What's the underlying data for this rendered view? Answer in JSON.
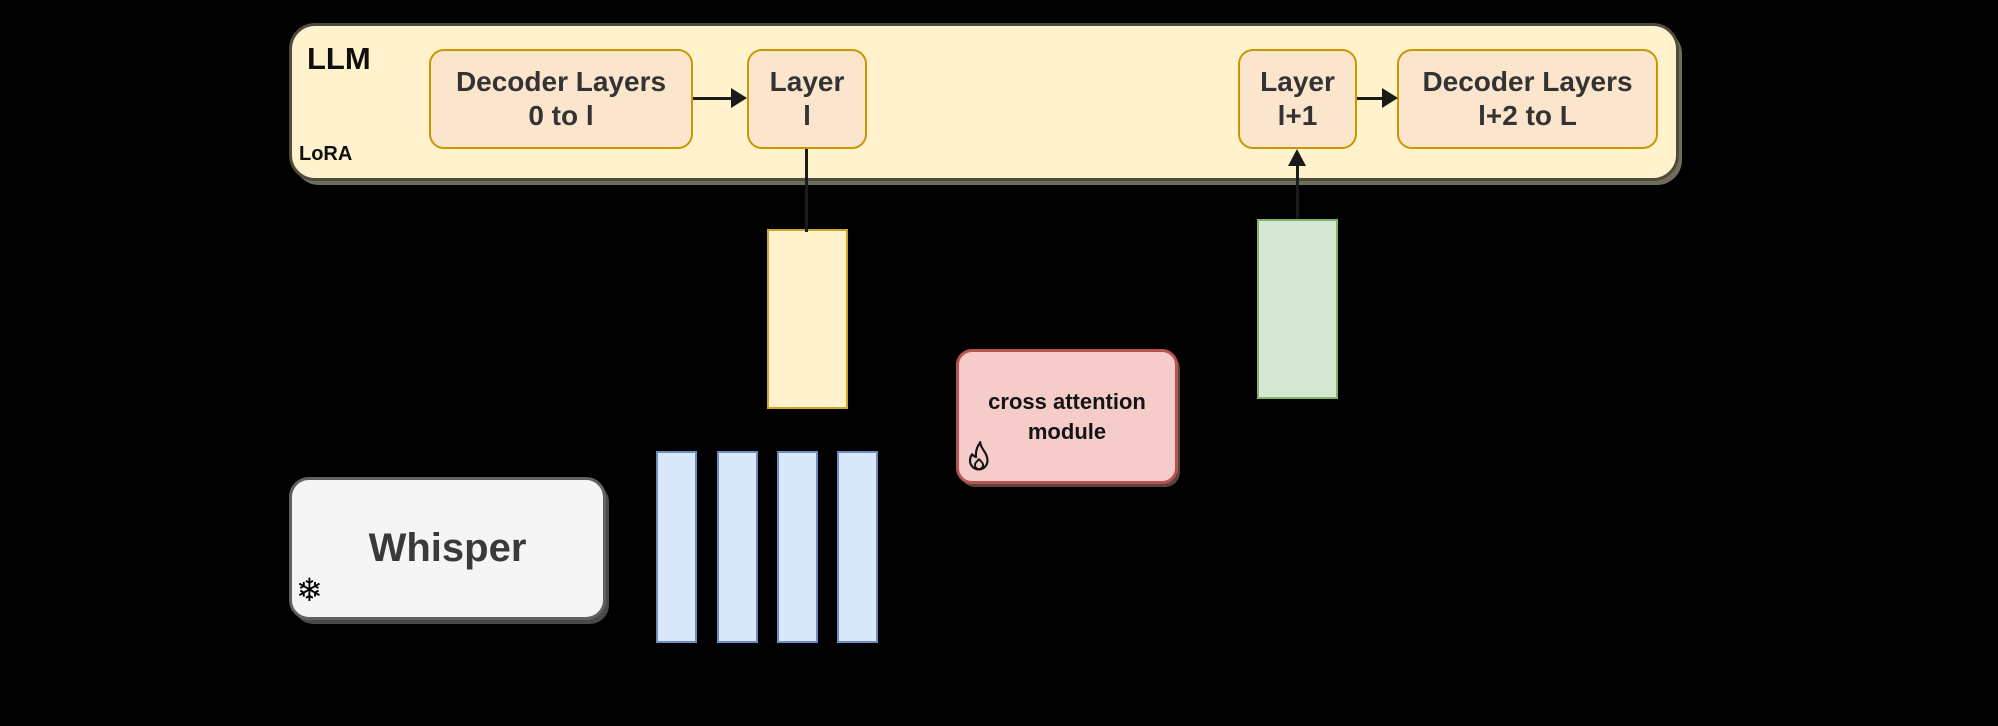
{
  "diagram": {
    "llm": {
      "title": "LLM",
      "adapter_tag": "LoRA"
    },
    "decoder_layers_left": {
      "line1": "Decoder Layers",
      "line2": "0 to l"
    },
    "layer_l": {
      "line1": "Layer",
      "line2": "l"
    },
    "layer_l_plus_1": {
      "line1": "Layer",
      "line2": "l+1"
    },
    "decoder_layers_right": {
      "line1": "Decoder Layers",
      "line2": "l+2 to L"
    },
    "whisper": {
      "label": "Whisper",
      "icon": "snowflake-icon",
      "icon_glyph": "❄"
    },
    "cross_attention": {
      "line1": "cross attention",
      "line2": "module",
      "icon": "fire-icon"
    },
    "audio_features": {
      "bar_count": 4
    }
  },
  "palette": {
    "canvas_bg": "#000000",
    "llm_fill": "#FFF2CC",
    "llm_stroke": "#4E4B3B",
    "llm_shadow": "#716D5C",
    "process_fill": "#FCE5CD",
    "process_stroke": "#C99700",
    "hidden_state_fill": "#FFF2CC",
    "hidden_state_stroke": "#CDA62E",
    "output_state_fill": "#D5E8D4",
    "output_state_stroke": "#82B366",
    "audio_bar_fill": "#DAE8FC",
    "audio_bar_stroke": "#6C8EBF",
    "cross_attention_fill": "#F5CCCA",
    "cross_attention_stroke": "#B85450",
    "whisper_fill": "#F5F5F5",
    "whisper_stroke": "#616161",
    "connector": "#1A1A1A"
  }
}
